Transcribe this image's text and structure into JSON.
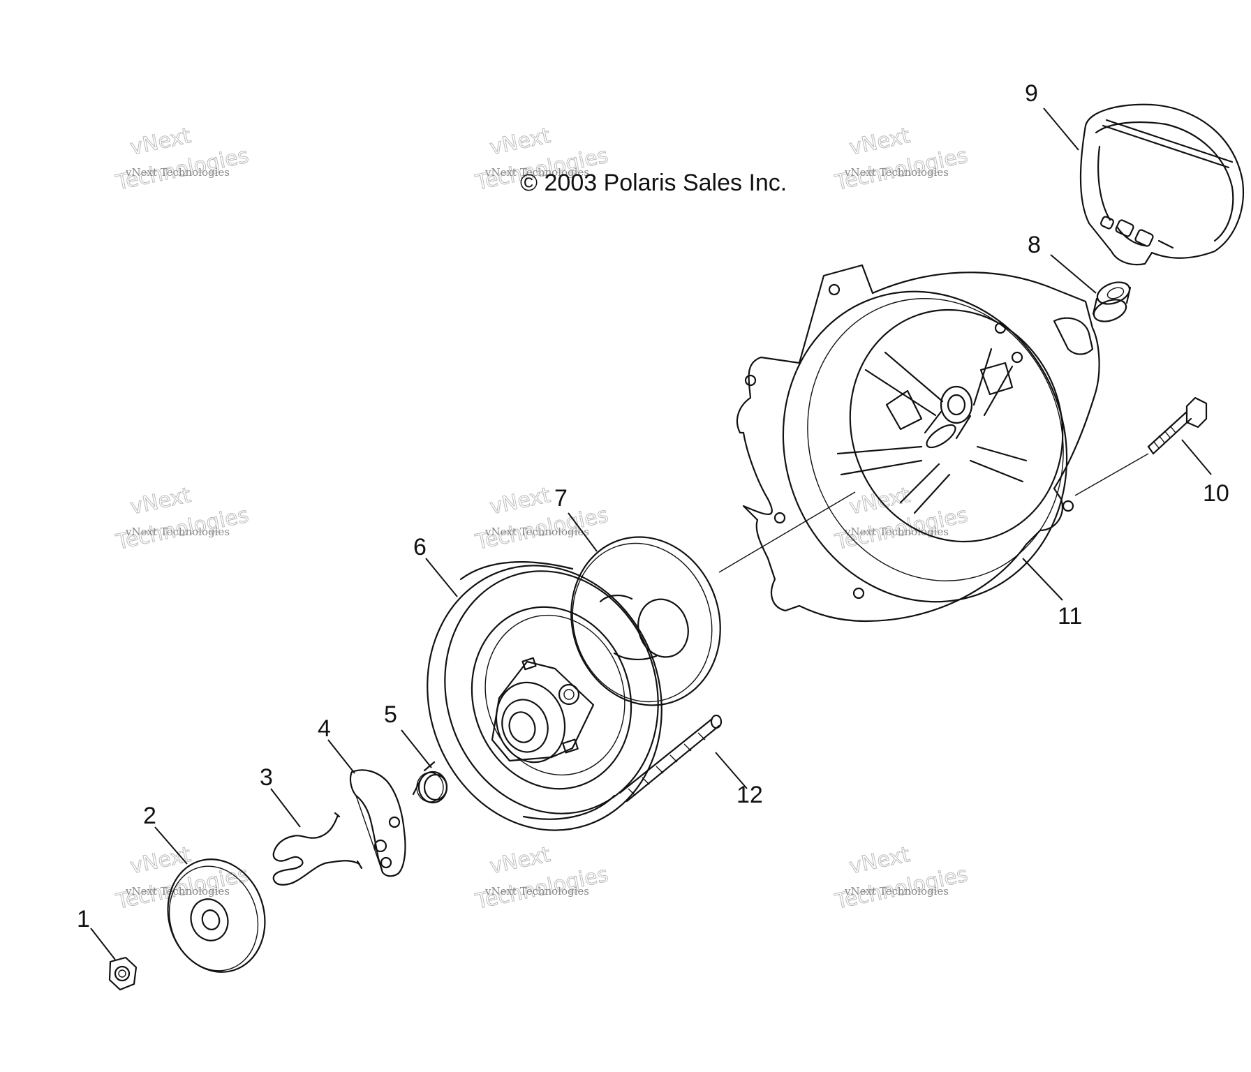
{
  "copyright": "© 2003 Polaris Sales Inc.",
  "watermark": {
    "small": "vNext Technologies",
    "big": "vNext",
    "big2": "Technologies"
  },
  "callouts": [
    "1",
    "2",
    "3",
    "4",
    "5",
    "6",
    "7",
    "8",
    "9",
    "10",
    "11",
    "12"
  ]
}
